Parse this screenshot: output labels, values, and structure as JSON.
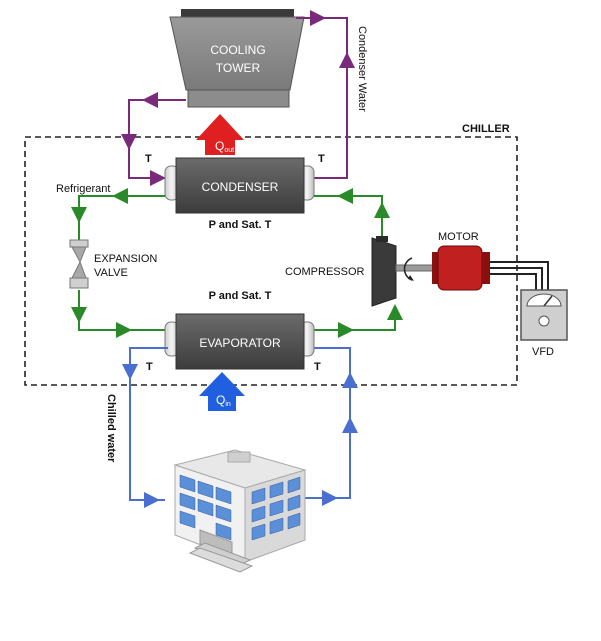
{
  "cooling_tower": {
    "line1": "COOLING",
    "line2": "TOWER"
  },
  "condenser_water": "Condenser Water",
  "chiller": "CHILLER",
  "q_out": {
    "main": "Q",
    "sub": "out"
  },
  "q_in": {
    "main": "Q",
    "sub": "in"
  },
  "condenser": "CONDENSER",
  "evaporator": "EVAPORATOR",
  "refrigerant": "Refrigerant",
  "expansion_valve": {
    "line1": "EXPANSION",
    "line2": "VALVE"
  },
  "compressor": "COMPRESSOR",
  "motor": "MOTOR",
  "vfd": "VFD",
  "chilled_water": "Chilled water",
  "p_sat_top": "P and Sat. T",
  "p_sat_bottom": "P and Sat. T",
  "t_label": "T",
  "colors": {
    "condenser_water": "#7a2a7a",
    "refrigerant": "#2a8a2a",
    "chilled_water": "#4a6fd0",
    "heat_out": "#e02020",
    "heat_in": "#2060e0",
    "motor": "#c02020"
  }
}
